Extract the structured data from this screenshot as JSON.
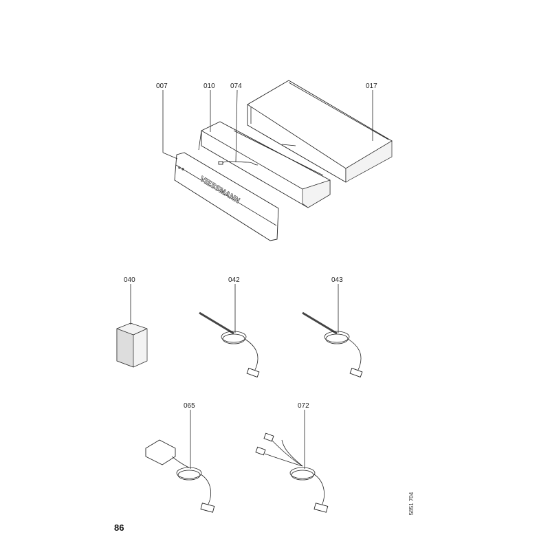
{
  "parts": {
    "p007": "007",
    "p010": "010",
    "p074": "074",
    "p017": "017",
    "p040": "040",
    "p042": "042",
    "p043": "043",
    "p065": "065",
    "p072": "072"
  },
  "logo_text": "VIESSMANN",
  "page_number": "86",
  "document_code": "5851 704"
}
